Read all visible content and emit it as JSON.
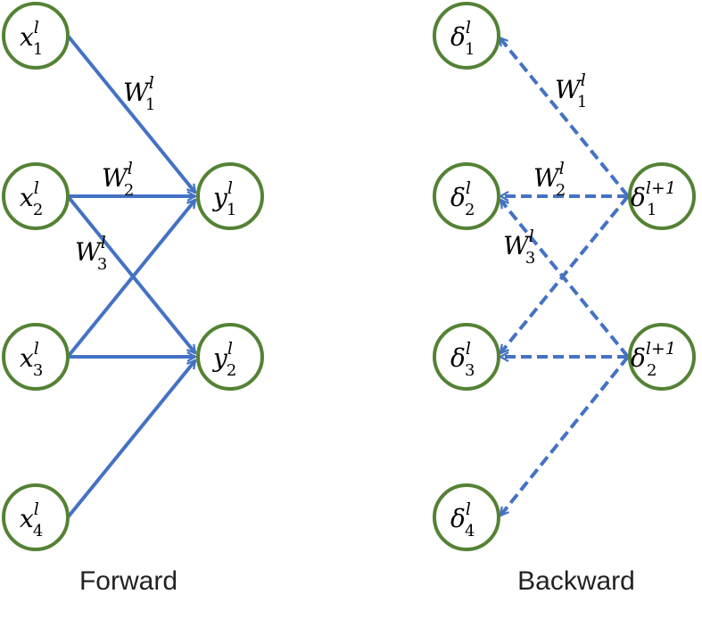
{
  "colors": {
    "node_stroke": "#548235",
    "edge": "#4472C4"
  },
  "forward": {
    "label": "Forward",
    "inputs": [
      {
        "base": "x",
        "sub": "1",
        "sup": "l"
      },
      {
        "base": "x",
        "sub": "2",
        "sup": "l"
      },
      {
        "base": "x",
        "sub": "3",
        "sup": "l"
      },
      {
        "base": "x",
        "sub": "4",
        "sup": "l"
      }
    ],
    "outputs": [
      {
        "base": "y",
        "sub": "1",
        "sup": "l"
      },
      {
        "base": "y",
        "sub": "2",
        "sup": "l"
      }
    ],
    "weights": [
      {
        "base": "W",
        "sub": "1",
        "sup": "l"
      },
      {
        "base": "W",
        "sub": "2",
        "sup": "l"
      },
      {
        "base": "W",
        "sub": "3",
        "sup": "l"
      }
    ]
  },
  "backward": {
    "label": "Backward",
    "inputs": [
      {
        "base": "δ",
        "sub": "1",
        "sup": "l"
      },
      {
        "base": "δ",
        "sub": "2",
        "sup": "l"
      },
      {
        "base": "δ",
        "sub": "3",
        "sup": "l"
      },
      {
        "base": "δ",
        "sub": "4",
        "sup": "l"
      }
    ],
    "outputs": [
      {
        "base": "δ",
        "sub": "1",
        "sup": "l+1"
      },
      {
        "base": "δ",
        "sub": "2",
        "sup": "l+1"
      }
    ],
    "weights": [
      {
        "base": "W",
        "sub": "1",
        "sup": "l"
      },
      {
        "base": "W",
        "sub": "2",
        "sup": "l"
      },
      {
        "base": "W",
        "sub": "3",
        "sup": "l"
      }
    ]
  }
}
